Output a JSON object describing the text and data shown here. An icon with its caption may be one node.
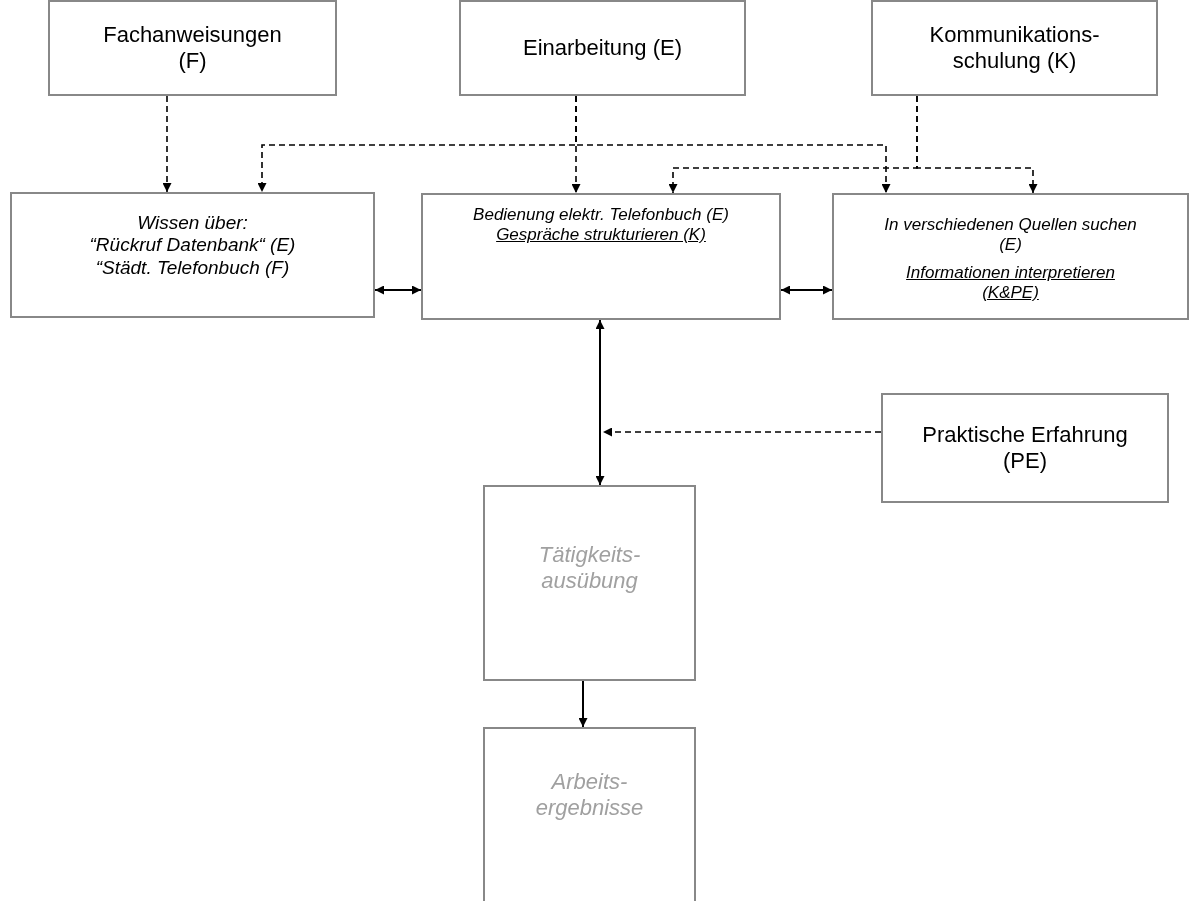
{
  "diagram": {
    "nodes": [
      {
        "text": [
          "Fachanweisungen (F)"
        ]
      },
      {
        "text": [
          "Einarbeitung (E)"
        ]
      },
      {
        "text": [
          "Kommunikations- schulung (K)"
        ]
      },
      {
        "text": [
          "Wissen über:",
          "“Rückruf Datenbank“ (E)",
          "“Städt. Telefonbuch (F)"
        ]
      },
      {
        "text": [
          "Bedienung elektr. Telefonbuch (E)",
          "Gespräche strukturieren (K)"
        ]
      },
      {
        "text": [
          "In verschiedenen Quellen suchen (E)",
          "Informationen interpretieren (K&PE)"
        ]
      },
      {
        "text": [
          "Praktische Erfahrung (PE)"
        ]
      },
      {
        "text": [
          "Tätigkeits- ausübung"
        ]
      },
      {
        "text": [
          "Arbeits- ergebnisse"
        ]
      }
    ],
    "edges": [
      {
        "from": 0,
        "to": 3,
        "arrow": "to",
        "style": "dashed"
      },
      {
        "from": 1,
        "to": 3,
        "arrow": "to",
        "style": "dashed"
      },
      {
        "from": 1,
        "to": 4,
        "arrow": "to",
        "style": "dashed"
      },
      {
        "from": 1,
        "to": 5,
        "arrow": "to",
        "style": "dashed"
      },
      {
        "from": 2,
        "to": 4,
        "arrow": "to",
        "style": "dashed"
      },
      {
        "from": 2,
        "to": 5,
        "arrow": "to",
        "style": "dashed"
      },
      {
        "from": 3,
        "to": 4,
        "arrow": "both"
      },
      {
        "from": 4,
        "to": 5,
        "arrow": "both"
      },
      {
        "from": 4,
        "to": 7,
        "arrow": "both"
      },
      {
        "from": 6,
        "to": null,
        "arrow": "to",
        "style": "dashed"
      },
      {
        "from": 7,
        "to": 8,
        "arrow": "to"
      }
    ]
  }
}
